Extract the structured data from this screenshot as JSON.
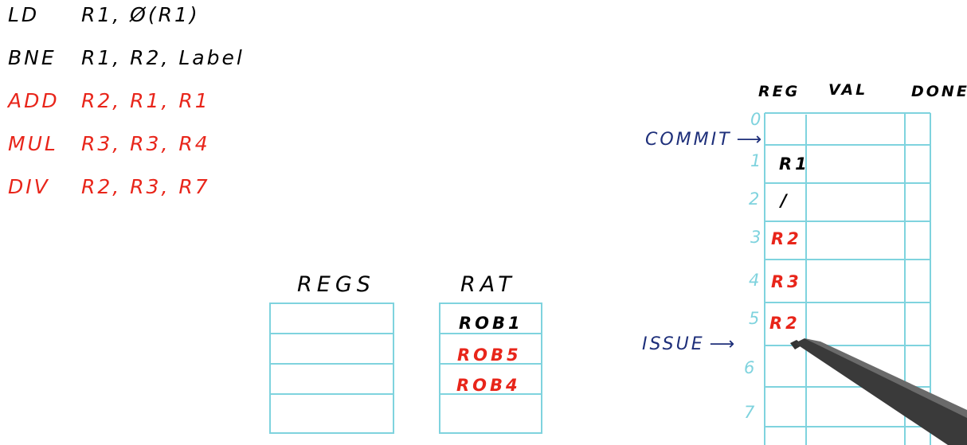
{
  "code": [
    {
      "op": "LD",
      "args": "R1, Ø(R1)",
      "color": "#000000"
    },
    {
      "op": "BNE",
      "args": "R1, R2, Label",
      "color": "#000000"
    },
    {
      "op": "ADD",
      "args": "R2, R1, R1",
      "color": "#e8251a"
    },
    {
      "op": "MUL",
      "args": "R3, R3, R4",
      "color": "#e8251a"
    },
    {
      "op": "DIV",
      "args": "R2, R3, R7",
      "color": "#e8251a"
    }
  ],
  "regs": {
    "title": "REGS"
  },
  "rat": {
    "title": "RAT",
    "entries": [
      "ROB1",
      "ROB5",
      "ROB4",
      ""
    ]
  },
  "rob": {
    "headers": [
      "REG",
      "VAL",
      "DONE"
    ],
    "indices": [
      "0",
      "1",
      "2",
      "3",
      "4",
      "5",
      "6",
      "7"
    ],
    "reg_entries": [
      "",
      "R1",
      "/",
      "R2",
      "R3",
      "R2",
      "",
      ""
    ],
    "commit_label": "COMMIT",
    "issue_label": "ISSUE"
  },
  "colors": {
    "table_line": "#7fd3de",
    "red": "#e8251a",
    "pointer": "#1e2f7a"
  }
}
